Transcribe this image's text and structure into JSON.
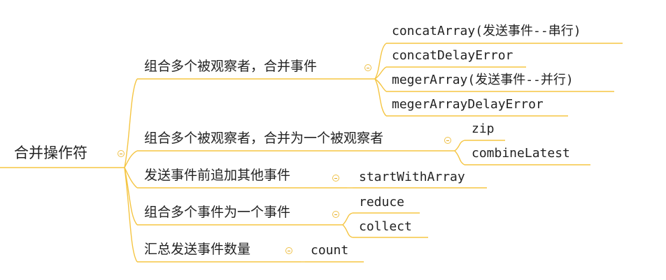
{
  "mindmap": {
    "line_color": "#f5c542",
    "root": "合并操作符",
    "branches": [
      {
        "label": "组合多个被观察者，合并事件",
        "children": [
          "concatArray(发送事件--串行)",
          "concatDelayError",
          "megerArray(发送事件--并行)",
          "megerArrayDelayError"
        ]
      },
      {
        "label": "组合多个被观察者，合并为一个被观察者",
        "children": [
          "zip",
          "combineLatest"
        ]
      },
      {
        "label": "发送事件前追加其他事件",
        "children": [
          "startWithArray"
        ]
      },
      {
        "label": "组合多个事件为一个事件",
        "children": [
          "reduce",
          "collect"
        ]
      },
      {
        "label": "汇总发送事件数量",
        "children": [
          "count"
        ]
      }
    ]
  }
}
